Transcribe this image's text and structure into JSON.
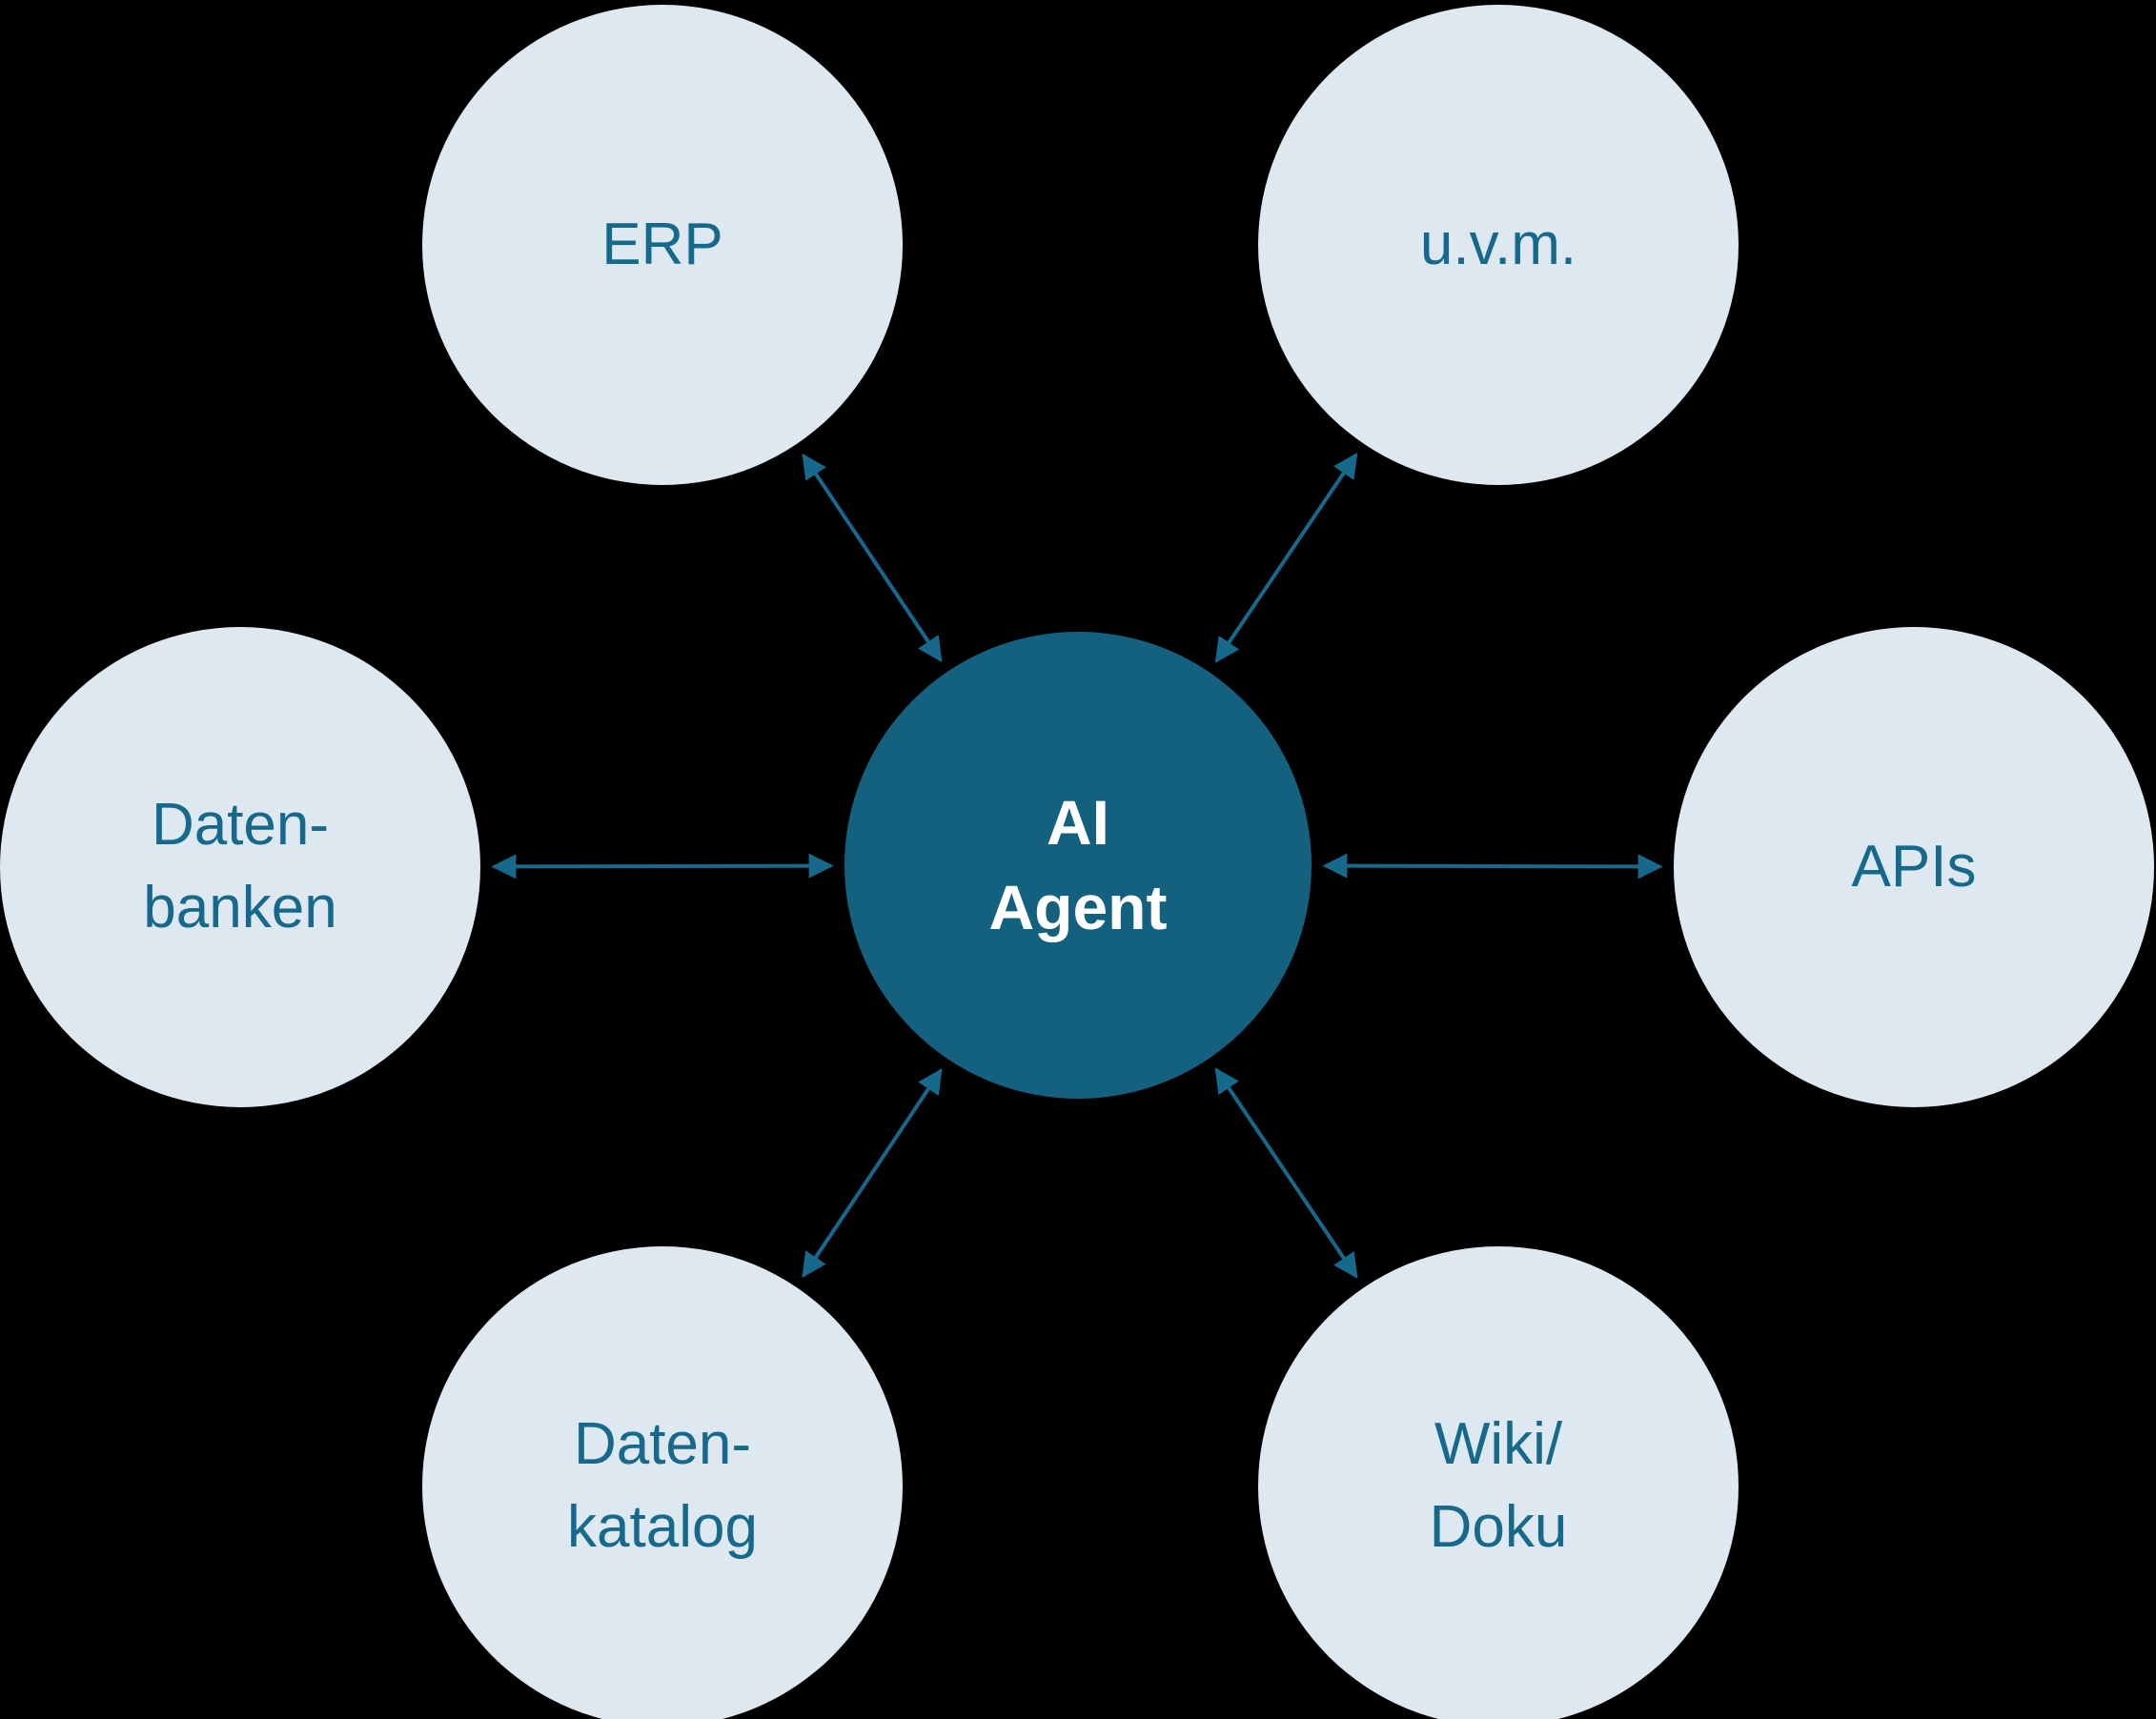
{
  "diagram": {
    "center": {
      "id": "ai-agent",
      "label": "AI\nAgent"
    },
    "nodes": [
      {
        "id": "erp",
        "label": "ERP"
      },
      {
        "id": "uvm",
        "label": "u.v.m."
      },
      {
        "id": "datenbanken",
        "label": "Daten-\nbanken"
      },
      {
        "id": "apis",
        "label": "APIs"
      },
      {
        "id": "datenkatalog",
        "label": "Daten-\nkatalog"
      },
      {
        "id": "wiki-doku",
        "label": "Wiki/\nDoku"
      }
    ],
    "edges": [
      {
        "from": "ai-agent",
        "to": "erp",
        "style": "double-arrow"
      },
      {
        "from": "ai-agent",
        "to": "uvm",
        "style": "double-arrow"
      },
      {
        "from": "ai-agent",
        "to": "datenbanken",
        "style": "double-arrow"
      },
      {
        "from": "ai-agent",
        "to": "apis",
        "style": "double-arrow"
      },
      {
        "from": "ai-agent",
        "to": "datenkatalog",
        "style": "double-arrow"
      },
      {
        "from": "ai-agent",
        "to": "wiki-doku",
        "style": "double-arrow"
      }
    ],
    "colors": {
      "background": "#000000",
      "node_fill": "#dde8f0",
      "center_fill": "#14607f",
      "label": "#17698c",
      "center_label": "#ffffff",
      "arrow": "#17698c"
    }
  }
}
